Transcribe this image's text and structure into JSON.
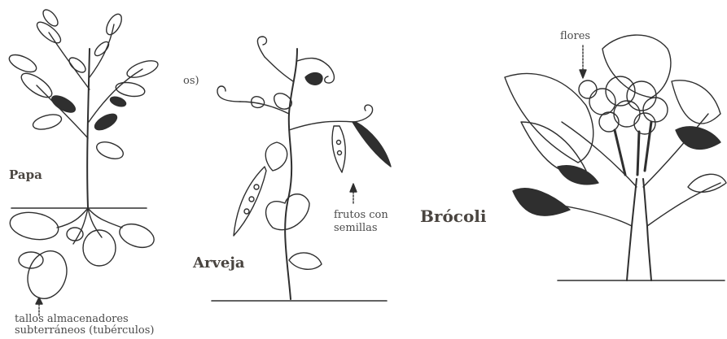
{
  "papa": {
    "name": "Papa",
    "annotation_line1": "tallos almacenadores",
    "annotation_line2": "subterráneos (tubérculos)"
  },
  "arveja": {
    "name": "Arveja",
    "annotation_line1": "frutos con",
    "annotation_line2": "semillas"
  },
  "fragment": "os)",
  "brocoli": {
    "name": "Brócoli",
    "annotation": "flores"
  }
}
